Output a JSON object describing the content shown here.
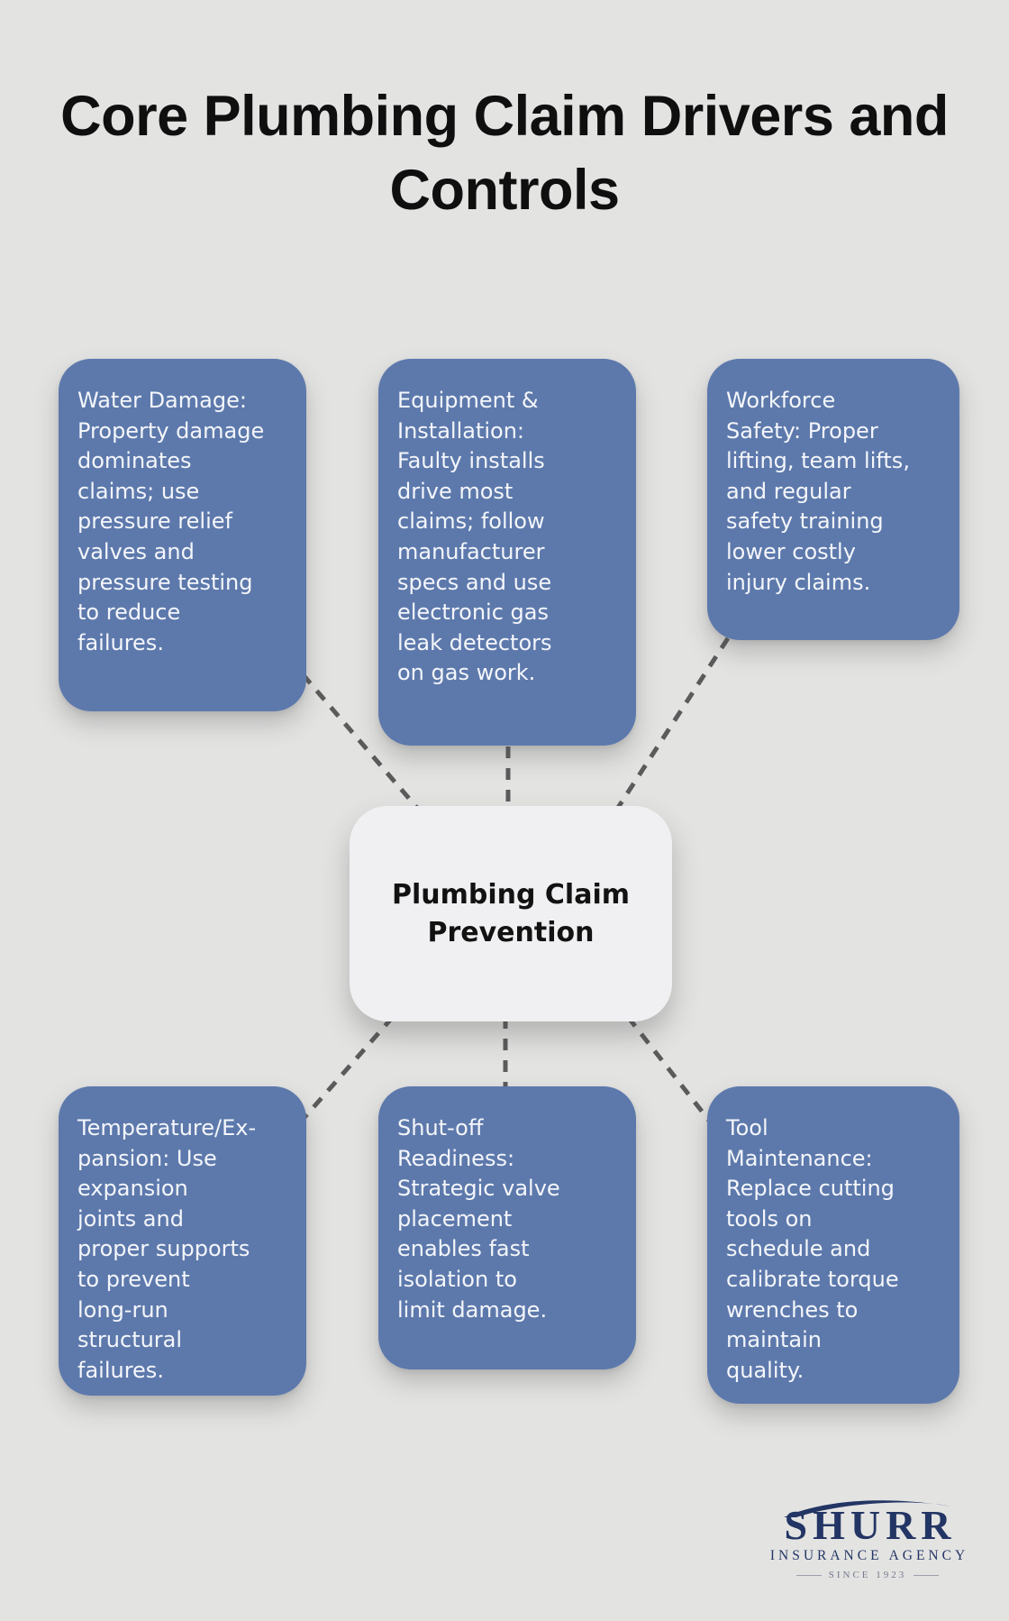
{
  "title": "Core Plumbing Claim Drivers and Controls",
  "center": {
    "label": "Plumbing Claim Prevention"
  },
  "nodes": [
    {
      "id": "water-damage",
      "text": "Water Damage: Property damage dominates claims; use pressure relief valves and pressure testing to reduce failures."
    },
    {
      "id": "equipment-installation",
      "text": "Equipment & Installation: Faulty installs drive most claims; follow manufacturer specs and use electronic gas leak detectors on gas work."
    },
    {
      "id": "workforce-safety",
      "text": "Workforce Safety: Proper lifting, team lifts, and regular safety training lower costly injury claims."
    },
    {
      "id": "temperature-expansion",
      "text": "Temperature/Ex­pansion: Use expansion joints and proper supports to prevent long-run structural failures."
    },
    {
      "id": "shutoff-readiness",
      "text": "Shut-off Readiness: Strategic valve placement enables fast isolation to limit damage."
    },
    {
      "id": "tool-maintenance",
      "text": "Tool Maintenance: Replace cutting tools on schedule and calibrate torque wrenches to maintain quality."
    }
  ],
  "logo": {
    "name": "SHURR",
    "subtitle": "INSURANCE AGENCY",
    "tagline": "SINCE 1923"
  },
  "colors": {
    "background": "#e3e3e2",
    "node_fill": "#5d79ac",
    "node_text": "#f4f6fa",
    "center_fill": "#f0f0f2",
    "center_text": "#121212",
    "connector": "#5b5b5b",
    "title_text": "#0f0f0f",
    "logo_navy": "#233564",
    "logo_gray": "#737b8c"
  }
}
